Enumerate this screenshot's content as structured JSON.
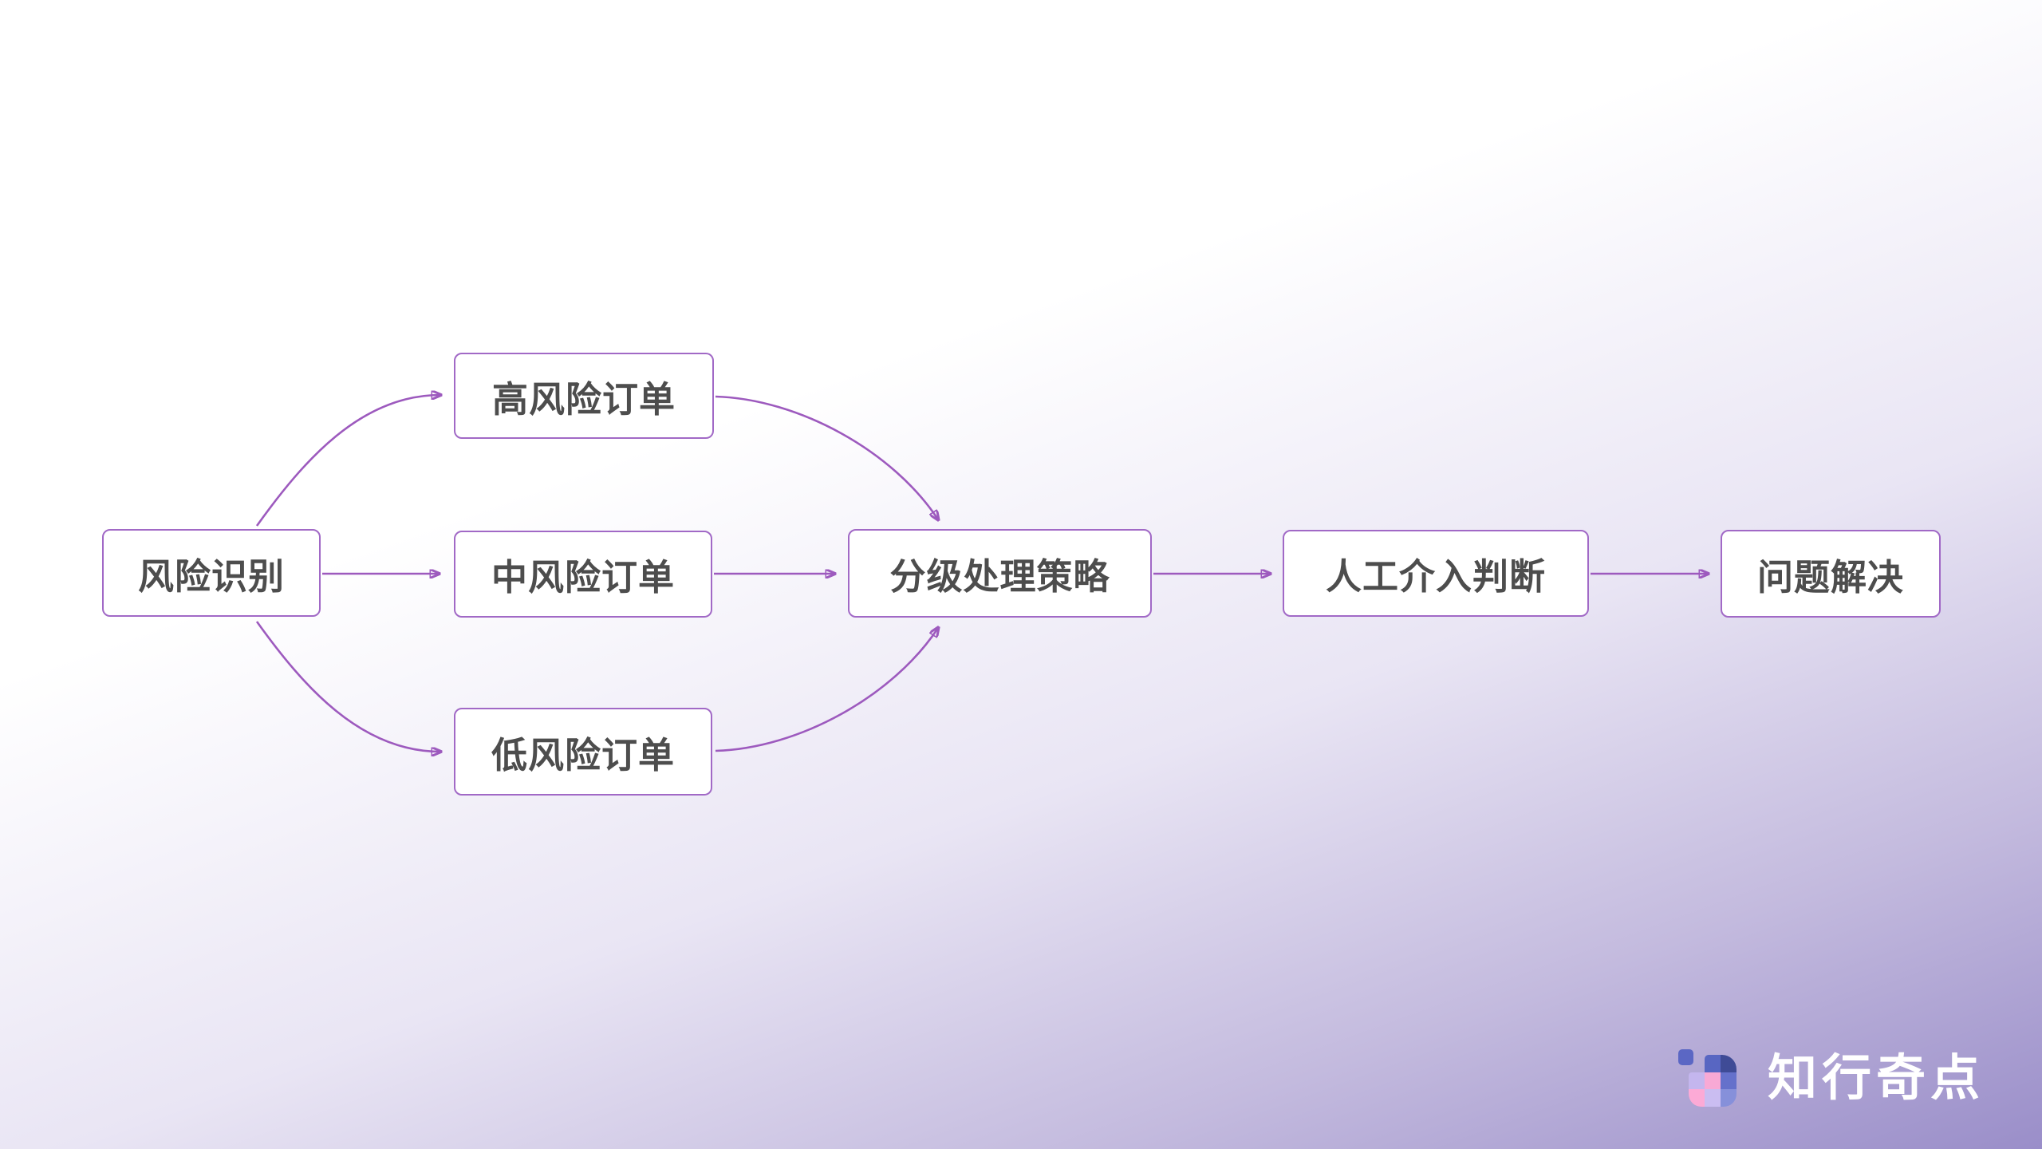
{
  "diagram": {
    "nodes": [
      {
        "id": "risk-identification",
        "label": "风险识别"
      },
      {
        "id": "high-risk-order",
        "label": "高风险订单"
      },
      {
        "id": "medium-risk-order",
        "label": "中风险订单"
      },
      {
        "id": "low-risk-order",
        "label": "低风险订单"
      },
      {
        "id": "tiered-handling-strategy",
        "label": "分级处理策略"
      },
      {
        "id": "manual-review-judgment",
        "label": "人工介入判断"
      },
      {
        "id": "problem-resolved",
        "label": "问题解决"
      }
    ],
    "edges": [
      {
        "from": "risk-identification",
        "to": "high-risk-order"
      },
      {
        "from": "risk-identification",
        "to": "medium-risk-order"
      },
      {
        "from": "risk-identification",
        "to": "low-risk-order"
      },
      {
        "from": "high-risk-order",
        "to": "tiered-handling-strategy"
      },
      {
        "from": "medium-risk-order",
        "to": "tiered-handling-strategy"
      },
      {
        "from": "low-risk-order",
        "to": "tiered-handling-strategy"
      },
      {
        "from": "tiered-handling-strategy",
        "to": "manual-review-judgment"
      },
      {
        "from": "manual-review-judgment",
        "to": "problem-resolved"
      }
    ],
    "colors": {
      "node_background": "#ffffff",
      "node_border": "#a169c6",
      "node_text": "#4d4d4d",
      "edge": "#9d5abe",
      "background_top": "#ffffff",
      "background_bottom": "#9a8ec9"
    }
  },
  "watermark": {
    "brand_name": "知行奇点",
    "icon": "grid-logo-icon",
    "icon_colors": {
      "detached_square": "#5b67c4",
      "top_middle": "#5866c2",
      "top_right": "#3f4b96",
      "middle_left": "#c4b6ee",
      "middle_center": "#f8a9d5",
      "middle_right": "#6571cb",
      "bottom_left": "#fcaad6",
      "bottom_middle": "#cabdf1",
      "bottom_right": "#8690da"
    },
    "text_color": "#ffffff"
  }
}
